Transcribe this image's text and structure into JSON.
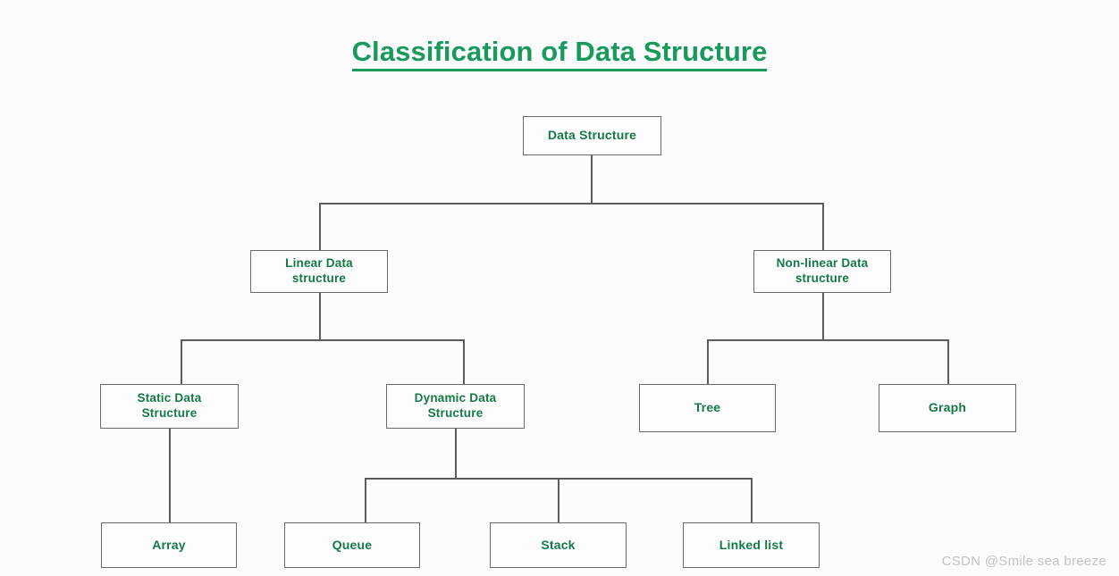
{
  "title": {
    "text": "Classification of Data Structure",
    "color": "#189a5c"
  },
  "watermark": {
    "text": "CSDN @Smile sea breeze",
    "color": "#c3c3c3"
  },
  "theme": {
    "background": "#fcfcfc",
    "node_border": "#6a6a6a",
    "node_fill": "#fdfdfd",
    "node_text": "#137a45",
    "connector": "#5c5c5c"
  },
  "chart_data": {
    "type": "diagram",
    "diagram_kind": "tree-hierarchy",
    "title": "Classification of Data Structure",
    "orientation": "top-down",
    "nodes": [
      {
        "id": "root",
        "label": "Data Structure",
        "level": 0,
        "parent": null
      },
      {
        "id": "linear",
        "label": "Linear Data\nstructure",
        "level": 1,
        "parent": "root"
      },
      {
        "id": "nonlin",
        "label": "Non-linear Data\nstructure",
        "level": 1,
        "parent": "root"
      },
      {
        "id": "static",
        "label": "Static Data\nStructure",
        "level": 2,
        "parent": "linear"
      },
      {
        "id": "dynamic",
        "label": "Dynamic Data\nStructure",
        "level": 2,
        "parent": "linear"
      },
      {
        "id": "tree",
        "label": "Tree",
        "level": 2,
        "parent": "nonlin"
      },
      {
        "id": "graph",
        "label": "Graph",
        "level": 2,
        "parent": "nonlin"
      },
      {
        "id": "array",
        "label": "Array",
        "level": 3,
        "parent": "static"
      },
      {
        "id": "queue",
        "label": "Queue",
        "level": 3,
        "parent": "dynamic"
      },
      {
        "id": "stack",
        "label": "Stack",
        "level": 3,
        "parent": "dynamic"
      },
      {
        "id": "linked",
        "label": "Linked list",
        "level": 3,
        "parent": "dynamic"
      }
    ],
    "edges": [
      {
        "from": "root",
        "to": "linear"
      },
      {
        "from": "root",
        "to": "nonlin"
      },
      {
        "from": "linear",
        "to": "static"
      },
      {
        "from": "linear",
        "to": "dynamic"
      },
      {
        "from": "nonlin",
        "to": "tree"
      },
      {
        "from": "nonlin",
        "to": "graph"
      },
      {
        "from": "static",
        "to": "array"
      },
      {
        "from": "dynamic",
        "to": "queue"
      },
      {
        "from": "dynamic",
        "to": "stack"
      },
      {
        "from": "dynamic",
        "to": "linked"
      }
    ]
  },
  "nodes": {
    "root": {
      "label": "Data Structure"
    },
    "linear": {
      "line1": "Linear Data",
      "line2": "structure"
    },
    "nonlin": {
      "line1": "Non-linear Data",
      "line2": "structure"
    },
    "static": {
      "line1": "Static Data",
      "line2": "Structure"
    },
    "dynamic": {
      "line1": "Dynamic Data",
      "line2": "Structure"
    },
    "tree": {
      "label": "Tree"
    },
    "graph": {
      "label": "Graph"
    },
    "array": {
      "label": "Array"
    },
    "queue": {
      "label": "Queue"
    },
    "stack": {
      "label": "Stack"
    },
    "linked": {
      "label": "Linked list"
    }
  }
}
